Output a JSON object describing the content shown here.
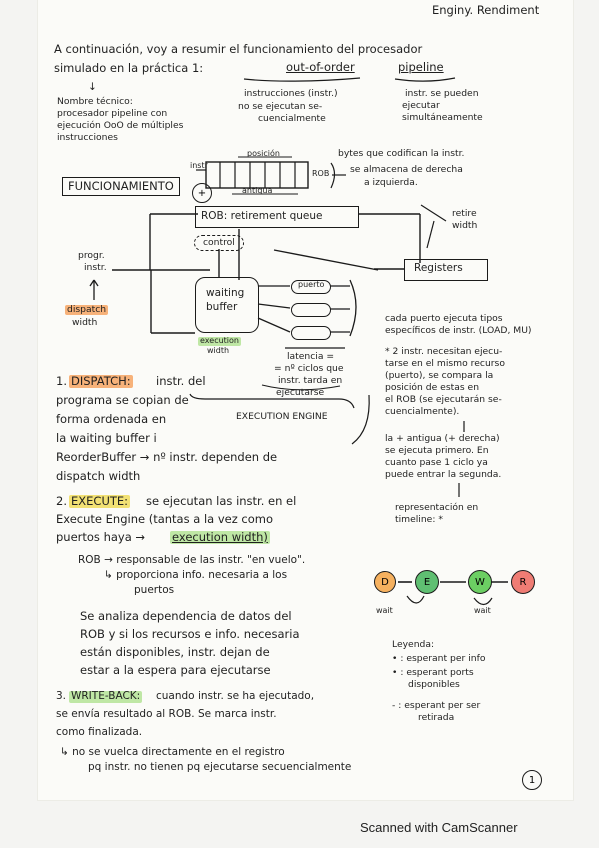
{
  "header": {
    "title": "Enginy. Rendiment"
  },
  "intro": {
    "line1": "A continuación, voy a resumir el funcionamiento del procesador",
    "line2_left": "simulado en la práctica 1:",
    "line2_term1": "out-of-order",
    "line2_term2": "pipeline",
    "note_oo_1": "instrucciones (instr.)",
    "note_oo_2": "no se ejecutan se-",
    "note_oo_3": "cuencialmente",
    "note_pipe_1": "instr. se pueden",
    "note_pipe_2": "ejecutar",
    "note_pipe_3": "simultáneamente",
    "arrow_down": "↓",
    "tech_1": "Nombre técnico:",
    "tech_2": "procesador pipeline con",
    "tech_3": "ejecución OoO de múltiples",
    "tech_4": "instrucciones"
  },
  "diagram": {
    "heading": "FUNCIONAMIENTO",
    "rob_top_label_instr": "instr",
    "rob_top_label_pos": "posición",
    "rob_right_label": "ROB",
    "rob_note_1": "bytes que codifican la instr.",
    "rob_note_2": "se almacena de derecha",
    "rob_note_3": "a izquierda.",
    "rob_bottom_label": "antigua",
    "plus_label": "+",
    "rob_box_label": "ROB: retirement queue",
    "retire_1": "retire",
    "retire_2": "width",
    "control_label": "control",
    "prog_1": "progr.",
    "prog_2": "instr.",
    "registers_label": "Registers",
    "waiting_1": "waiting",
    "waiting_2": "buffer",
    "dispatch_1": "dispatch",
    "dispatch_2": "width",
    "execution_1": "execution",
    "execution_2": "width",
    "puerto_label": "puerto",
    "latency_1": "latencia =",
    "latency_2": "= nº ciclos que",
    "latency_3": "instr. tarda en",
    "latency_4": "ejecutarse",
    "exec_engine": "EXECUTION ENGINE"
  },
  "right_notes": {
    "p1_1": "cada puerto ejecuta tipos",
    "p1_2": "específicos de instr. (LOAD, MU)",
    "p2_1": "* 2 instr. necesitan ejecu-",
    "p2_2": "tarse en el mismo recurso",
    "p2_3": "(puerto), se compara la",
    "p2_4": "posición de estas en",
    "p2_5": "el ROB (se ejecutarán se-",
    "p2_6": "cuencialmente).",
    "p3_1": "la + antigua (+ derecha)",
    "p3_2": "se ejecuta primero. En",
    "p3_3": "cuanto pase 1 ciclo ya",
    "p3_4": "puede entrar la segunda.",
    "p4_1": "representación en",
    "p4_2": "timeline: *",
    "stage_d": "D",
    "stage_e": "E",
    "stage_w": "W",
    "stage_r": "R",
    "wait_left": "wait",
    "wait_right": "wait",
    "legend_title": "Leyenda:",
    "legend_1": "• : esperant per info",
    "legend_2": "• : esperant ports",
    "legend_2b": "disponibles",
    "legend_3": "- : esperant per ser",
    "legend_3b": "retirada"
  },
  "steps": {
    "s1_num": "1.",
    "s1_label": "DISPATCH:",
    "s1_1": "instr. del",
    "s1_2": "programa se copian de",
    "s1_3": "forma ordenada en",
    "s1_4": "la waiting buffer i",
    "s1_5": "ReorderBuffer → nº instr. dependen de",
    "s1_6": "dispatch width",
    "s2_num": "2.",
    "s2_label": "EXECUTE:",
    "s2_1": "se ejecutan las instr. en el",
    "s2_2": "Execute Engine (tantas a la vez como",
    "s2_3": "puertos haya →",
    "s2_3b": "execution width)",
    "rob_1": "ROB → responsable de las instr. \"en vuelo\".",
    "rob_2": "↳ proporciona info. necesaria a los",
    "rob_3": "puertos",
    "dep_1": "Se analiza dependencia de datos del",
    "dep_2": "ROB y si los recursos e info. necesaria",
    "dep_3": "están disponibles, instr. dejan de",
    "dep_4": "estar a la espera para ejecutarse",
    "s3_num": "3.",
    "s3_label": "WRITE-BACK:",
    "s3_1": "cuando instr. se ha ejecutado,",
    "s3_2": "se envía resultado al ROB. Se marca instr.",
    "s3_3": "como finalizada.",
    "s3_4": "↳ no se vuelca directamente en el registro",
    "s3_5": "pq instr. no tienen pq ejecutarse secuencialmente"
  },
  "page_number": "1",
  "footer": "Scanned with CamScanner",
  "colors": {
    "highlight_orange": "#f7b27a",
    "highlight_yellow": "#f2e174",
    "highlight_green": "#bfe7a5",
    "stage_d": "#f6b15f",
    "stage_e": "#5fbf72",
    "stage_w": "#6ccf63",
    "stage_r": "#ef7c74"
  }
}
